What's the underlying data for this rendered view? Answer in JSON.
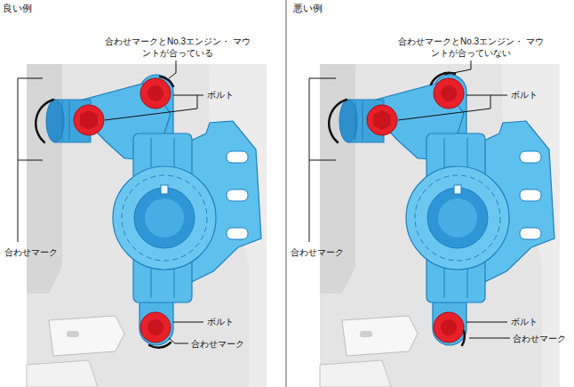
{
  "diagram": {
    "labels": [
      "良い例",
      "合わせマークとNo.3エンジン・ マウントが合っている",
      "ボルト",
      "合わせマーク",
      "ボルト",
      "合わせマーク",
      "悪い例",
      "合わせマークとNo.3エンジン・ マウントが合っていない",
      "ボルト",
      "合わせマーク",
      "ボルト",
      "合わせマーク"
    ]
  }
}
